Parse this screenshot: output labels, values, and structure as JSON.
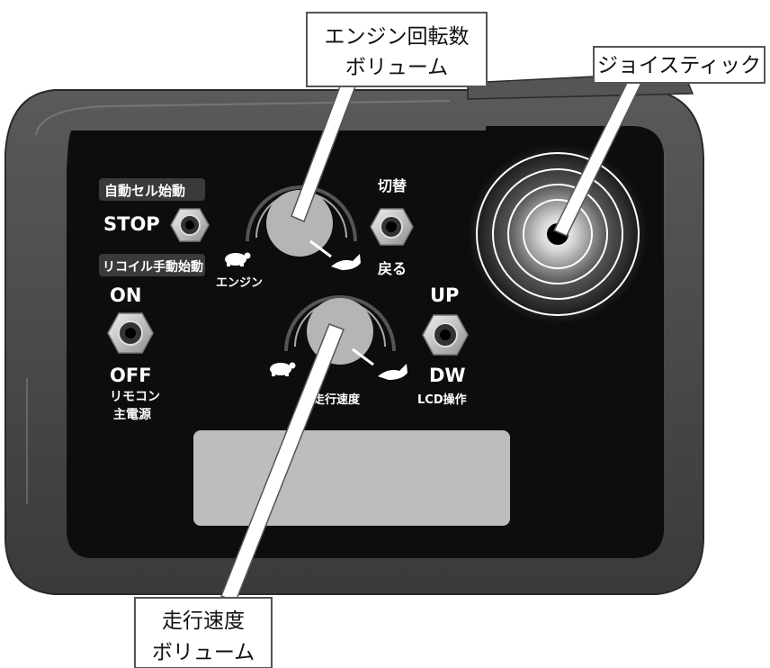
{
  "callouts": {
    "engine_volume": {
      "line1": "エンジン回転数",
      "line2": "ボリューム"
    },
    "joystick": {
      "text": "ジョイスティック"
    },
    "speed_volume": {
      "line1": "走行速度",
      "line2": "ボリューム"
    }
  },
  "panel": {
    "start_tag_auto": "自動セル始動",
    "stop_label": "STOP",
    "start_tag_recoil": "リコイル手動始動",
    "on_label": "ON",
    "off_label": "OFF",
    "remote_main_line1": "リモコン",
    "remote_main_line2": "主電源",
    "switch_label": "切替",
    "return_label": "戻る",
    "engine_label": "エンジン",
    "up_label": "UP",
    "dw_label": "DW",
    "lcd_label": "LCD操作",
    "speed_label": "走行速度"
  },
  "colors": {
    "body_outer": "#4a4a4a",
    "panel_face": "#0d0d0d",
    "lcd_window": "#bdbdbd",
    "knob": "#b5b5b5",
    "callout_box": "#ffffff"
  }
}
